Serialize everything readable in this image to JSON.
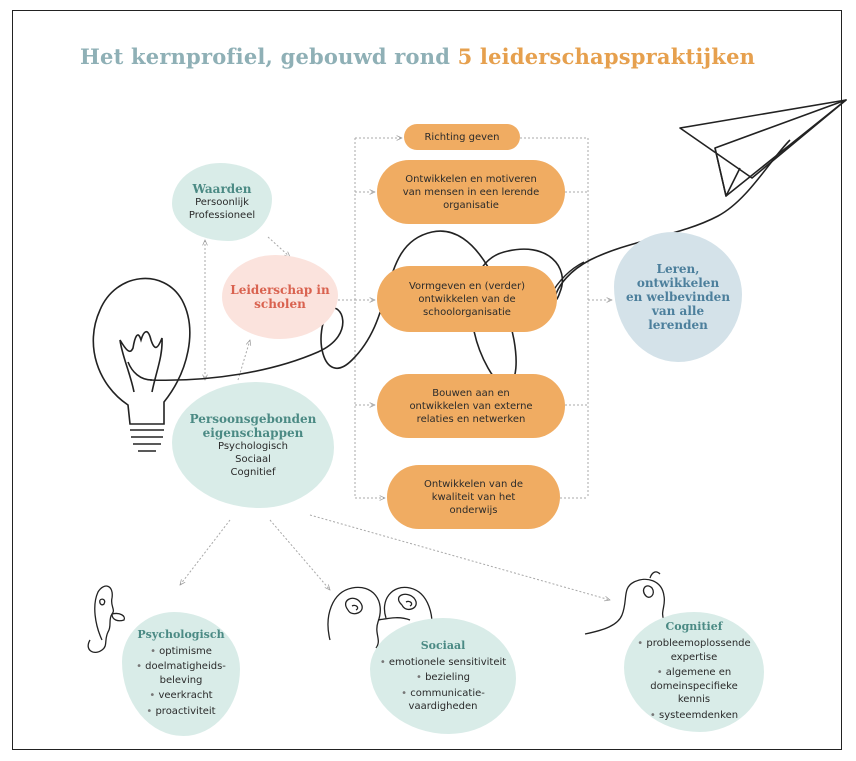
{
  "title": {
    "part1": "Het kernprofiel, gebouwd rond",
    "part2": "5 leiderschapspraktijken"
  },
  "colors": {
    "title_teal": "#8fb0b6",
    "title_orange": "#e6a04e",
    "mint": "#d9ece8",
    "blue": "#d4e2e9",
    "pink": "#fbe3dd",
    "orange": "#f0ac62",
    "teal_text": "#4b8a84",
    "red_text": "#d9624f"
  },
  "values": {
    "heading": "Waarden",
    "line1": "Persoonlijk",
    "line2": "Professioneel"
  },
  "leadership": {
    "line1": "Leiderschap in",
    "line2": "scholen"
  },
  "traits": {
    "line1": "Persoonsgebonden",
    "line2": "eigenschappen",
    "items": [
      "Psychologisch",
      "Sociaal",
      "Cognitief"
    ]
  },
  "practices": [
    "Richting geven",
    "Ontwikkelen en motiveren van mensen in een lerende organisatie",
    "Vormgeven en (verder) ontwikkelen van de schoolorganisatie",
    "Bouwen aan en ontwikkelen van externe relaties en netwerken",
    "Ontwikkelen van de kwaliteit van het onderwijs"
  ],
  "outcome": {
    "line1": "Leren,",
    "line2": "ontwikkelen",
    "line3": "en welbevinden",
    "line4": "van alle",
    "line5": "lerenden"
  },
  "psychologisch": {
    "heading": "Psychologisch",
    "items": [
      "optimisme",
      "doelmatigheids-beleving",
      "veerkracht",
      "proactiviteit"
    ]
  },
  "sociaal": {
    "heading": "Sociaal",
    "items": [
      "emotionele sensitiviteit",
      "bezieling",
      "communicatie-vaardigheden"
    ]
  },
  "cognitief": {
    "heading": "Cognitief",
    "items": [
      "probleemoplossende expertise",
      "algemene en domeinspecifieke kennis",
      "systeemdenken"
    ]
  },
  "icons": [
    "light-bulb-icon",
    "paper-plane-icon",
    "head-psychologisch-icon",
    "heads-sociaal-icon",
    "head-cognitief-icon"
  ]
}
